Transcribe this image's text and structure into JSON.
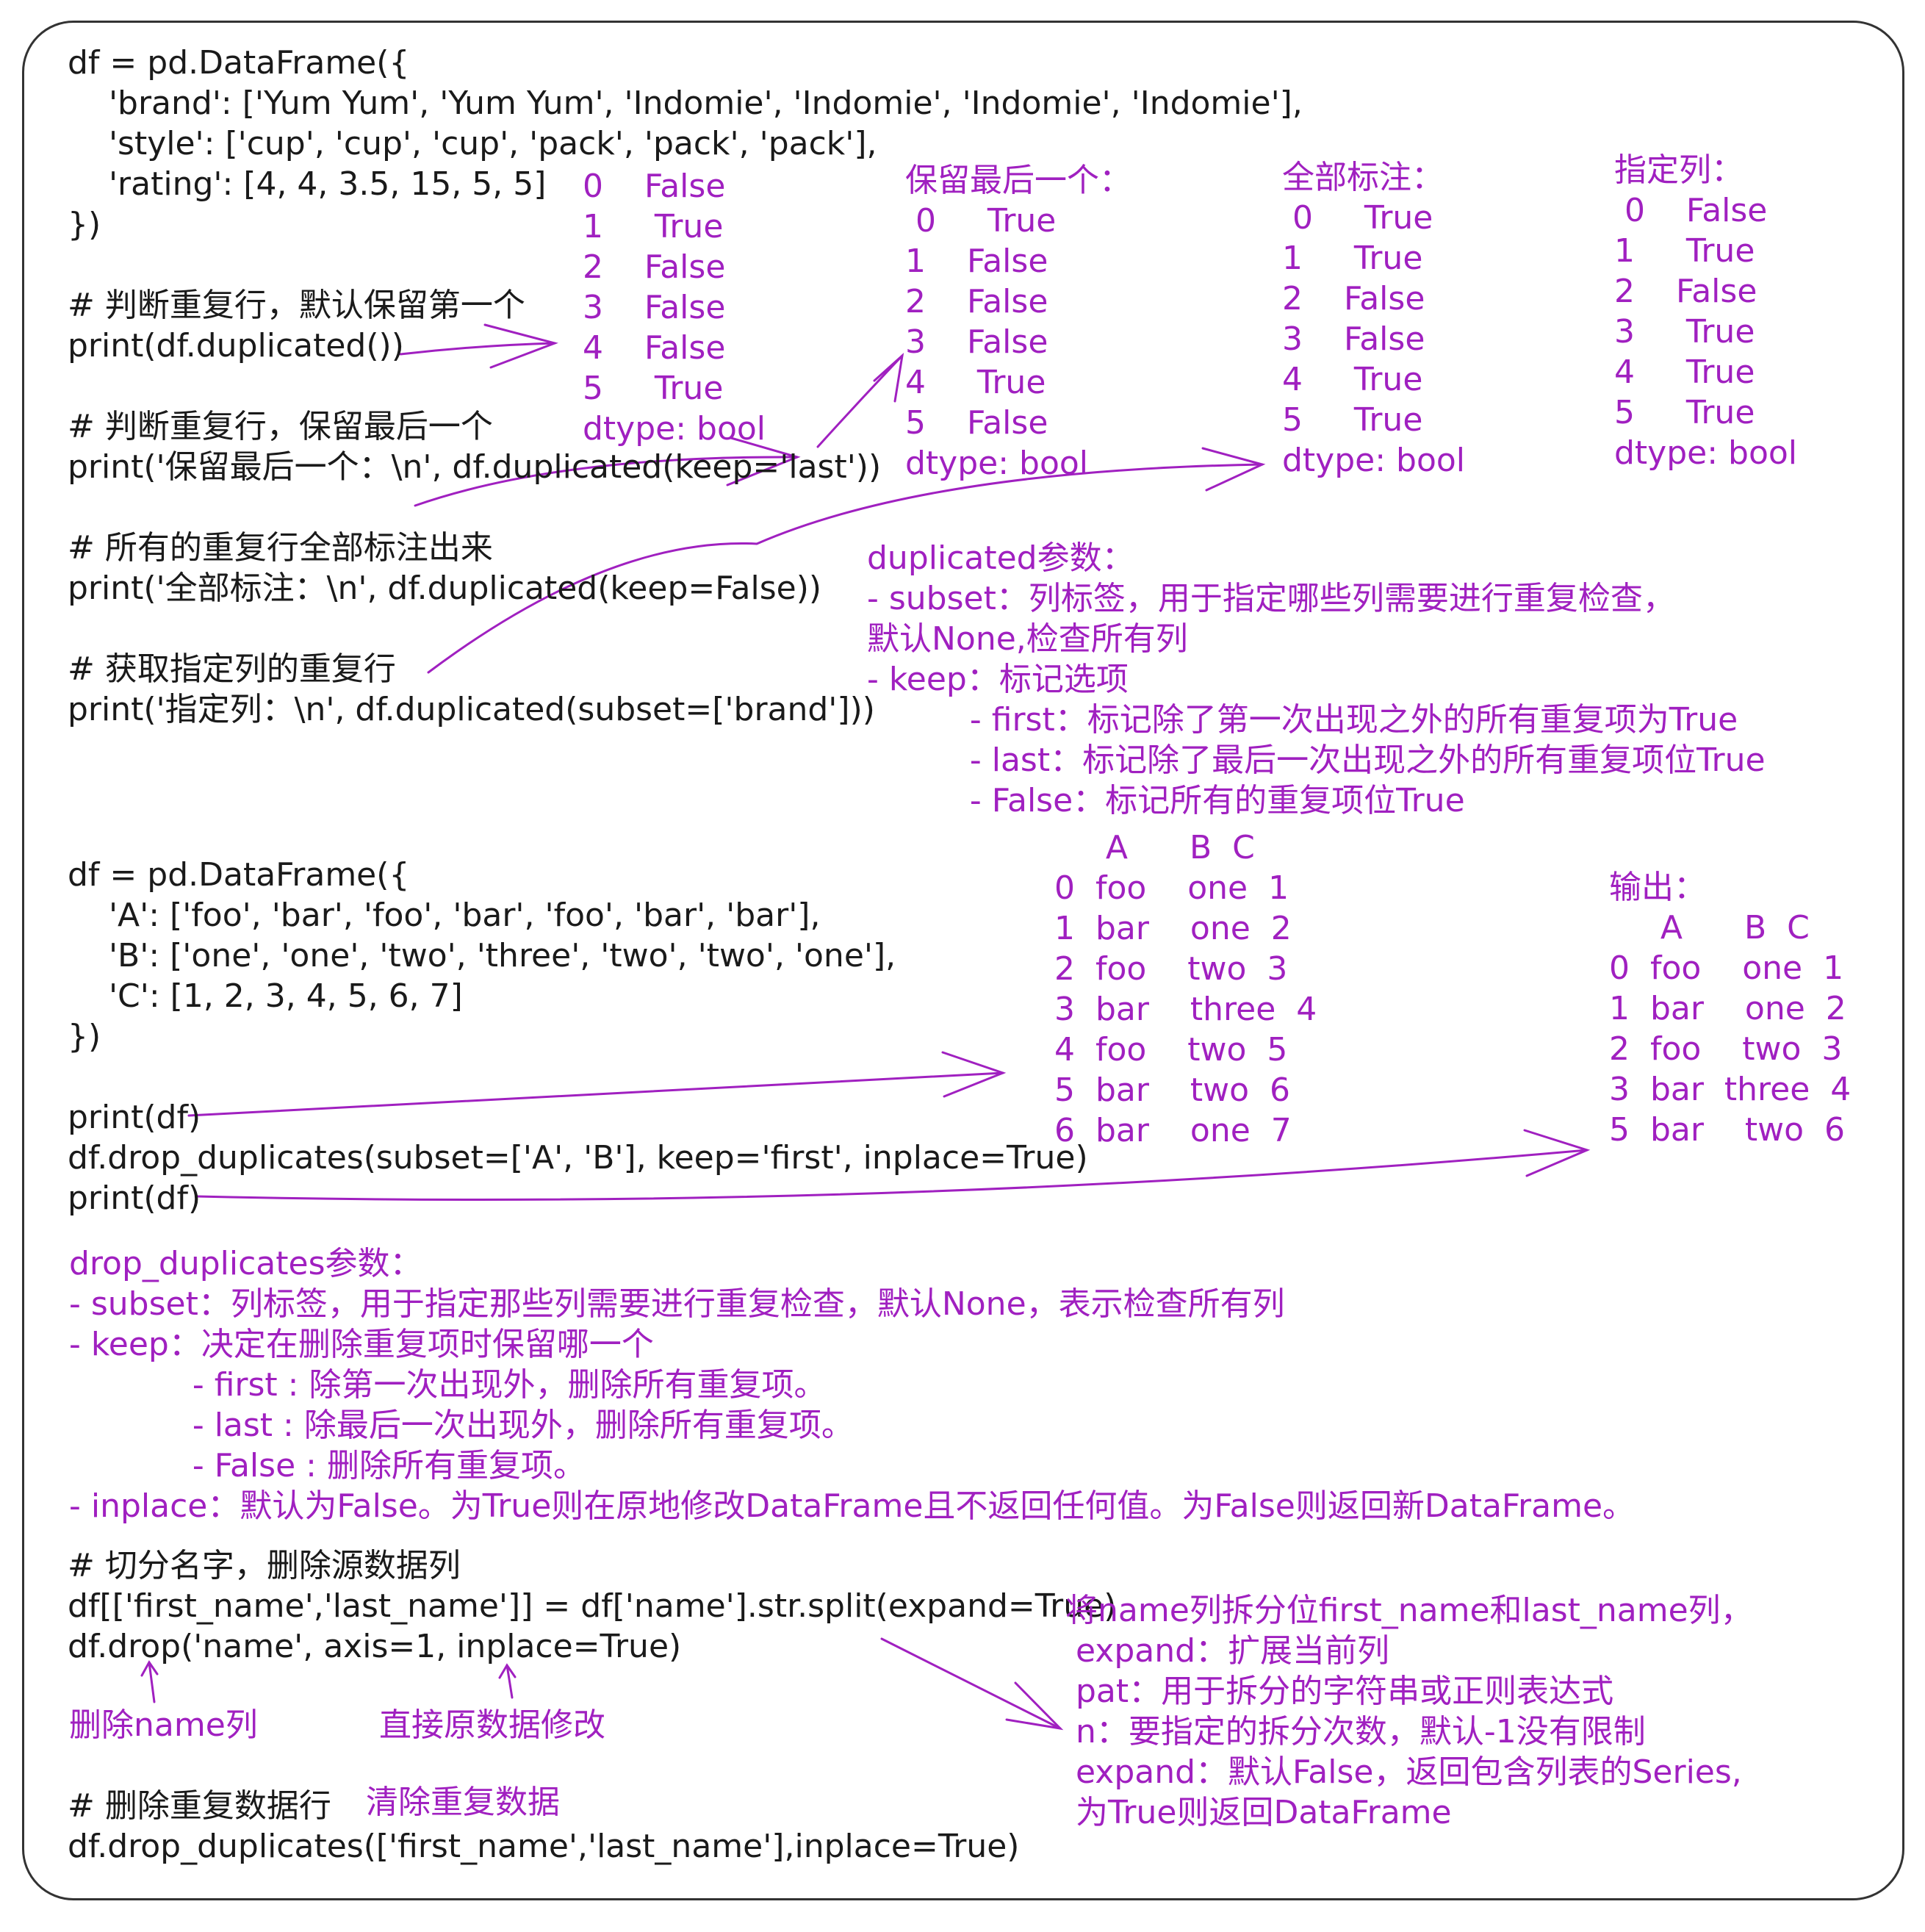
{
  "code1": [
    "df = pd.DataFrame({",
    "    'brand': ['Yum Yum', 'Yum Yum', 'Indomie', 'Indomie', 'Indomie', 'Indomie'],",
    "    'style': ['cup', 'cup', 'cup', 'pack', 'pack', 'pack'],",
    "    'rating': [4, 4, 3.5, 15, 5, 5]",
    "})",
    "",
    "# 判断重复行，默认保留第一个",
    "print(df.duplicated())",
    "",
    "# 判断重复行，保留最后一个",
    "print('保留最后一个：\\n', df.duplicated(keep='last'))",
    "",
    "# 所有的重复行全部标注出来",
    "print('全部标注：\\n', df.duplicated(keep=False))",
    "",
    "# 获取指定列的重复行",
    "print('指定列：\\n', df.duplicated(subset=['brand']))"
  ],
  "out_first": [
    "0    False",
    "1     True",
    "2    False",
    "3    False",
    "4    False",
    "5     True",
    "dtype: bool"
  ],
  "out_last": [
    "保留最后一个：",
    " 0     True",
    "1    False",
    "2    False",
    "3    False",
    "4     True",
    "5    False",
    "dtype: bool"
  ],
  "out_false": [
    "全部标注：",
    " 0     True",
    "1     True",
    "2    False",
    "3    False",
    "4     True",
    "5     True",
    "dtype: bool"
  ],
  "out_subset": [
    "指定列：",
    " 0    False",
    "1     True",
    "2    False",
    "3     True",
    "4     True",
    "5     True",
    "dtype: bool"
  ],
  "dup_params": [
    "duplicated参数：",
    "- subset：列标签，用于指定哪些列需要进行重复检查，",
    "默认None,检查所有列",
    "- keep：标记选项",
    "          - first：标记除了第一次出现之外的所有重复项为True",
    "          - last：标记除了最后一次出现之外的所有重复项位True",
    "          - False：标记所有的重复项位True"
  ],
  "code2": [
    "df = pd.DataFrame({",
    "    'A': ['foo', 'bar', 'foo', 'bar', 'foo', 'bar', 'bar'],",
    "    'B': ['one', 'one', 'two', 'three', 'two', 'two', 'one'],",
    "    'C': [1, 2, 3, 4, 5, 6, 7]",
    "})",
    "",
    "print(df)",
    "df.drop_duplicates(subset=['A', 'B'], keep='first', inplace=True)",
    "print(df)"
  ],
  "df_table": [
    "     A      B  C",
    "0  foo    one  1",
    "1  bar    one  2",
    "2  foo    two  3",
    "3  bar    three  4",
    "4  foo    two  5",
    "5  bar    two  6",
    "6  bar    one  7"
  ],
  "df_output": [
    "输出：",
    "     A      B  C",
    "0  foo    one  1",
    "1  bar    one  2",
    "2  foo    two  3",
    "3  bar  three  4",
    "5  bar    two  6"
  ],
  "drop_params": [
    "drop_duplicates参数：",
    "- subset：列标签，用于指定那些列需要进行重复检查，默认None，表示检查所有列",
    "- keep：决定在删除重复项时保留哪一个",
    "            - first : 除第一次出现外，删除所有重复项。",
    "            - last : 除最后一次出现外，删除所有重复项。",
    "            - False : 删除所有重复项。",
    "- inplace：默认为False。为True则在原地修改DataFrame且不返回任何值。为False则返回新DataFrame。"
  ],
  "code3": [
    "# 切分名字，删除源数据列",
    "df[['first_name','last_name']] = df['name'].str.split(expand=True)",
    "df.drop('name', axis=1, inplace=True)"
  ],
  "note_drop_name": "删除name列",
  "note_direct_modify": "直接原数据修改",
  "code4": [
    "# 删除重复数据行",
    "df.drop_duplicates(['first_name','last_name'],inplace=True)"
  ],
  "note_clean": "清除重复数据",
  "split_notes": [
    "将name列拆分位first_name和last_name列，",
    " expand：扩展当前列",
    " pat：用于拆分的字符串或正则表达式",
    " n：要指定的拆分次数，默认-1没有限制",
    " expand：默认False，返回包含列表的Series,",
    " 为True则返回DataFrame"
  ],
  "colors": {
    "annotation": "#a020c0",
    "code": "#1a1a1a",
    "border": "#333333"
  }
}
